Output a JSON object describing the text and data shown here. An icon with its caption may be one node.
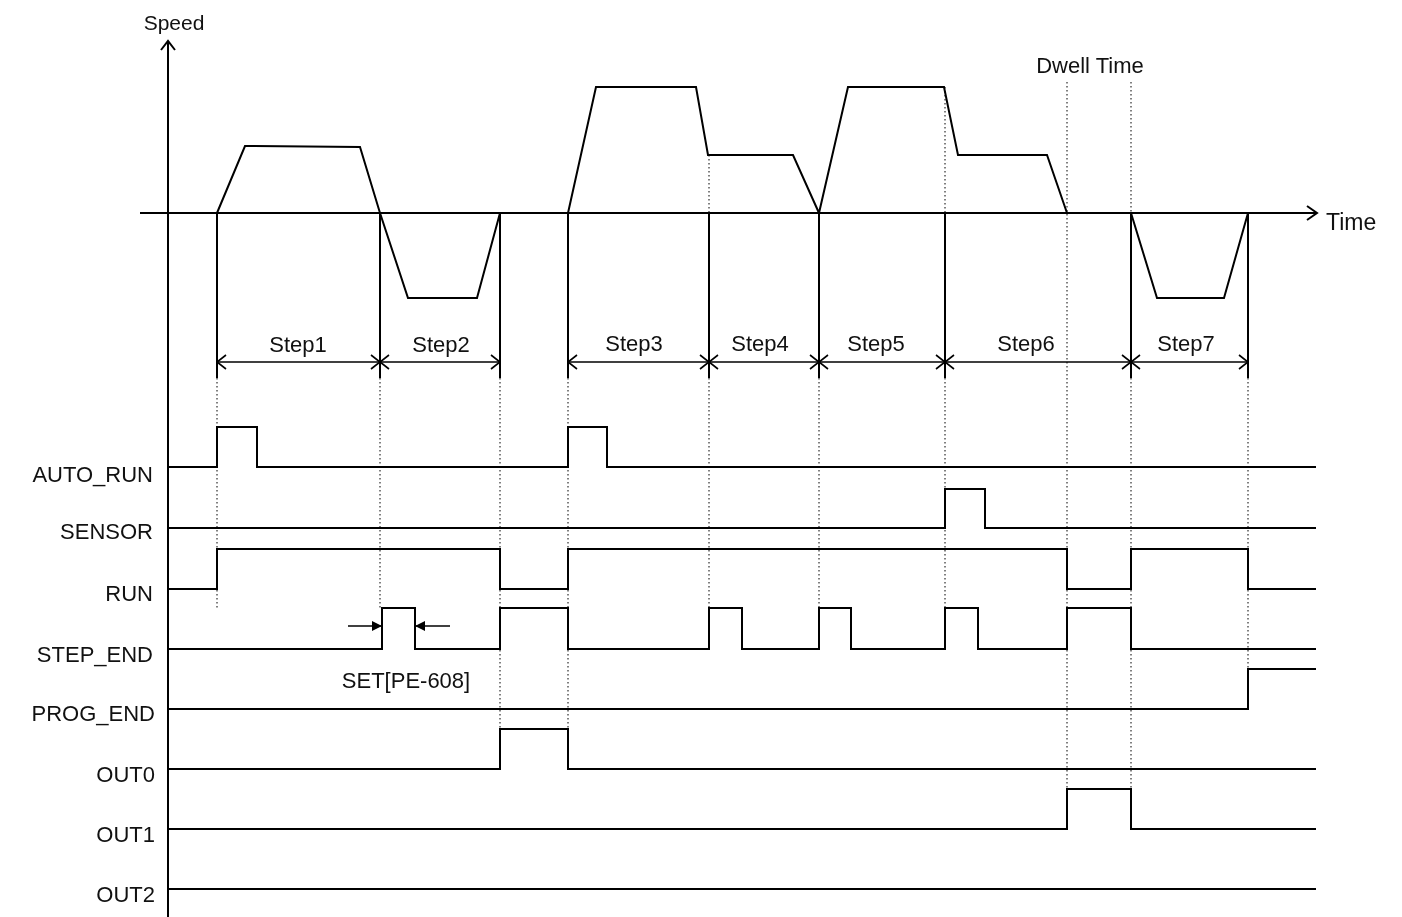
{
  "diagram": {
    "labels": [
      "Speed",
      "Dwell Time",
      "Time",
      "Step1",
      "Step2",
      "Step3",
      "Step4",
      "Step5",
      "Step6",
      "Step7",
      "AUTO_RUN",
      "SENSOR",
      "RUN",
      "STEP_END",
      "SET[PE-608]",
      "PROG_END",
      "OUT0",
      "OUT1",
      "OUT2"
    ]
  }
}
